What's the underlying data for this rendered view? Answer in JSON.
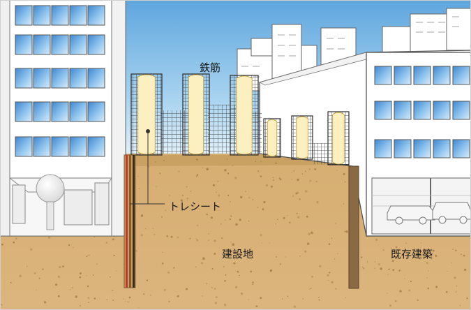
{
  "labels": {
    "rebar": "鉄筋",
    "tresheet": "トレシート",
    "construction_site": "建設地",
    "existing_building": "既存建築"
  },
  "colors": {
    "sky_top": "#6aaee0",
    "sky_bottom": "#e8f4fb",
    "soil": "#d8b27a",
    "soil_dark": "#b58a52",
    "ground_top": "#c99b5c",
    "window": "#4f94d6",
    "building": "#ffffff",
    "outline": "#555555",
    "sheet_fill": "#fdf1c4",
    "grid_line": "#3a3a3a",
    "sheet_red": "#c0392b"
  }
}
